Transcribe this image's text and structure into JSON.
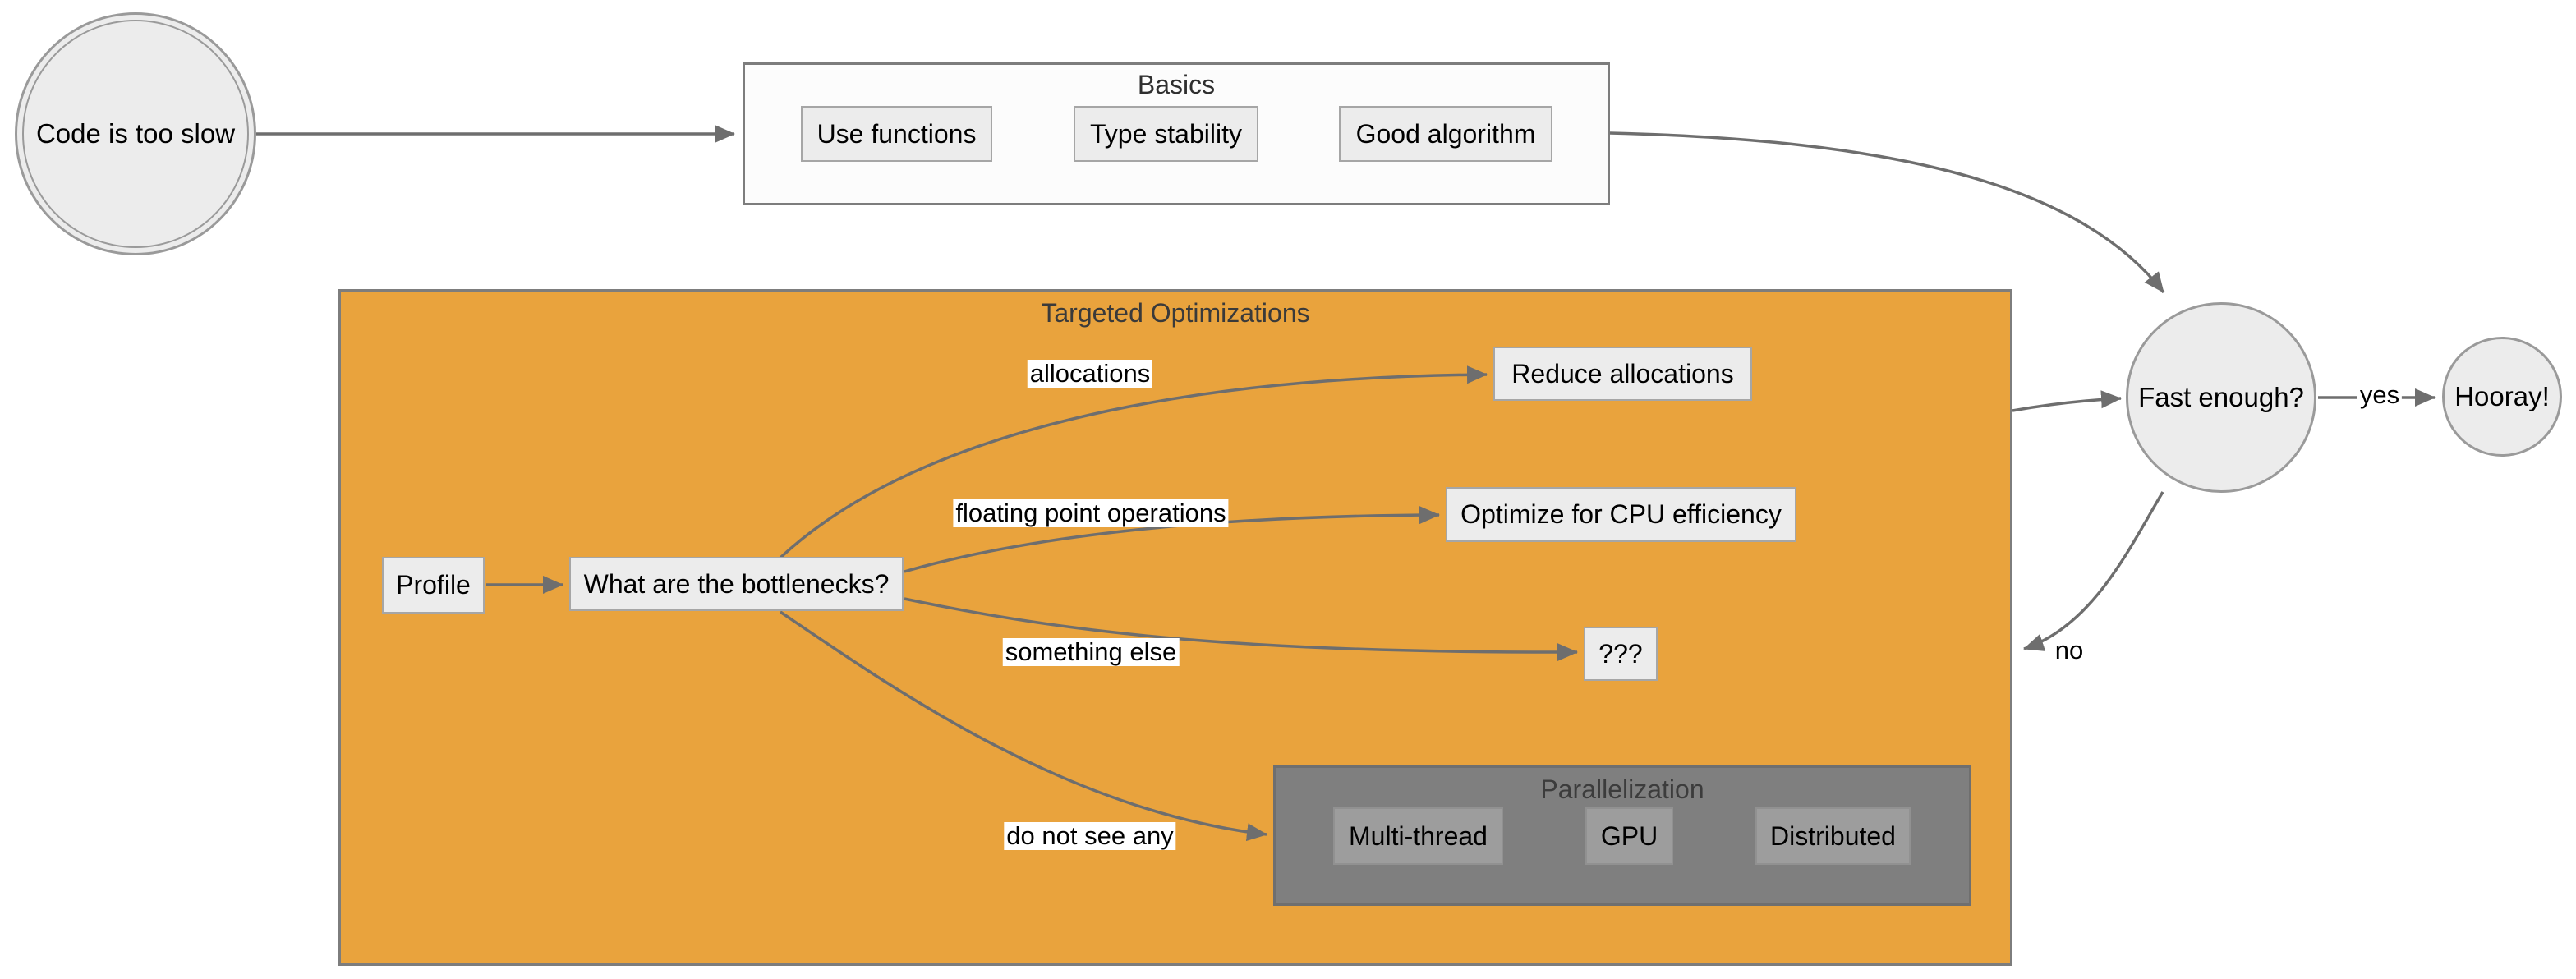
{
  "colors": {
    "background": "#ffffff",
    "edge": "#6e6e6e",
    "node-fill": "#ececec",
    "node-border": "#a6a6a6",
    "basics-fill": "#fcfcfc",
    "cluster-border": "#7d7d7d",
    "orange-fill": "#e9a33d",
    "gray-fill": "#7f7f7f",
    "gray-border": "#6f6f6f",
    "gray-node-fill": "#9d9d9d",
    "gray-node-border": "#919191",
    "ellipse-border": "#9a9a9a",
    "label-text": "#000000",
    "title-text": "#3a3a3a"
  },
  "clusters": {
    "basics_title": "Basics",
    "targeted_title": "Targeted Optimizations",
    "parallelization_title": "Parallelization"
  },
  "nodes": {
    "start": "Code is too slow",
    "use_functions": "Use functions",
    "type_stability": "Type stability",
    "good_algorithm": "Good algorithm",
    "profile": "Profile",
    "bottlenecks": "What are the bottlenecks?",
    "reduce_allocations": "Reduce allocations",
    "optimize_cpu": "Optimize for CPU efficiency",
    "unknown": "???",
    "multi_thread": "Multi-thread",
    "gpu": "GPU",
    "distributed": "Distributed",
    "fast_enough": "Fast enough?",
    "hooray": "Hooray!"
  },
  "edge_labels": {
    "allocations": "allocations",
    "floating_point": "floating point operations",
    "something_else": "something else",
    "do_not_see_any": "do not see any",
    "yes": "yes",
    "no": "no"
  }
}
